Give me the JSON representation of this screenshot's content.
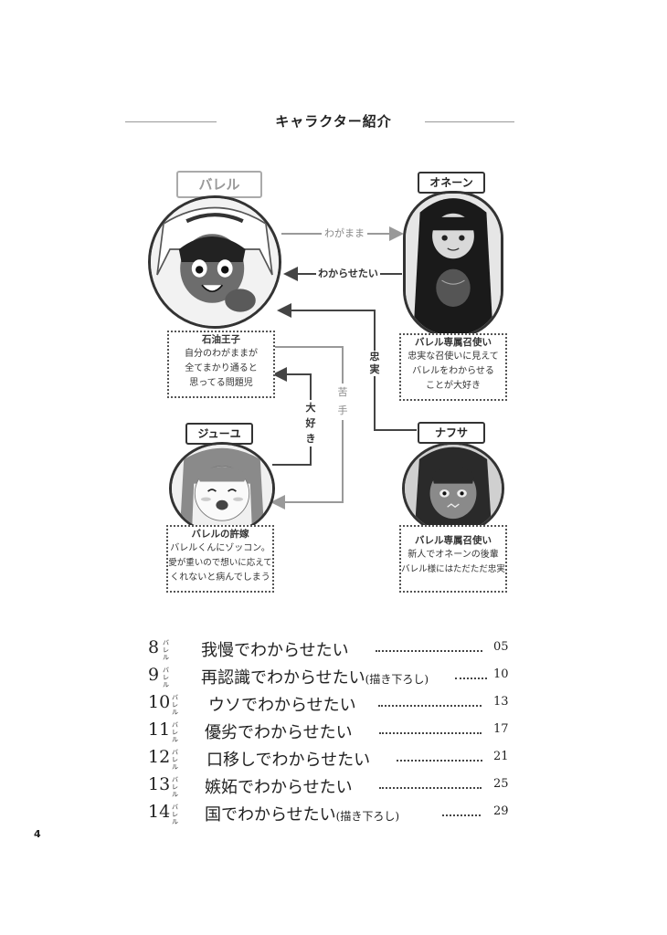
{
  "heading": "キャラクター紹介",
  "characters": [
    {
      "name": "バレル",
      "title": "石油王子",
      "lines": [
        "自分のわがままが",
        "全てまかり通ると",
        "思ってる問題児"
      ]
    },
    {
      "name": "オネーン",
      "title": "バレル専属召使い",
      "lines": [
        "忠実な召使いに見えて",
        "バレルをわからせる",
        "ことが大好き"
      ]
    },
    {
      "name": "ジューユ",
      "title": "バレルの許嫁",
      "lines": [
        "バレルくんにゾッコン。",
        "愛が重いので想いに応えて",
        "くれないと病んでしまう"
      ]
    },
    {
      "name": "ナフサ",
      "title": "バレル専属召使い",
      "lines": [
        "新人でオネーンの後輩",
        "バレル様にはただただ忠実"
      ]
    }
  ],
  "relations": {
    "wagamama": "わがまま",
    "wakarasetai": "わからせたい",
    "chujitsu": [
      "忠",
      "実"
    ],
    "nigate": [
      "苦",
      "手"
    ],
    "daisuki": [
      "大",
      "好",
      "き"
    ]
  },
  "toc": [
    {
      "num": "8",
      "barel": [
        "バ",
        "レル"
      ],
      "title": "我慢でわからせたい",
      "sub": "",
      "page": "05"
    },
    {
      "num": "9",
      "barel": [
        "バ",
        "レル"
      ],
      "title": "再認識でわからせたい",
      "sub": "(描き下ろし)",
      "page": "10"
    },
    {
      "num": "10",
      "barel": [
        "バ",
        "レル"
      ],
      "title": "ウソでわからせたい",
      "sub": "",
      "page": "13"
    },
    {
      "num": "11",
      "barel": [
        "バ",
        "レル"
      ],
      "title": "優劣でわからせたい",
      "sub": "",
      "page": "17"
    },
    {
      "num": "12",
      "barel": [
        "バ",
        "レル"
      ],
      "title": "口移しでわからせたい",
      "sub": "",
      "page": "21"
    },
    {
      "num": "13",
      "barel": [
        "バ",
        "レル"
      ],
      "title": "嫉妬でわからせたい",
      "sub": "",
      "page": "25"
    },
    {
      "num": "14",
      "barel": [
        "バ",
        "レル"
      ],
      "title": "国でわからせたい",
      "sub": "(描き下ろし)",
      "page": "29"
    }
  ],
  "page_number": "4"
}
